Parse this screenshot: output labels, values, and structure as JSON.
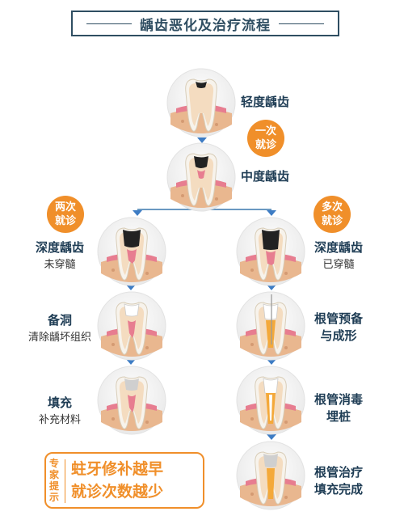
{
  "title": "龋齿恶化及治疗流程",
  "stages": {
    "mild": "轻度龋齿",
    "moderate": "中度龋齿",
    "deep_left": "深度龋齿",
    "deep_left_sub": "未穿髓",
    "deep_right": "深度龋齿",
    "deep_right_sub": "已穿髓",
    "prep": "备洞",
    "prep_sub": "清除龋坏组织",
    "fill": "填充",
    "fill_sub": "补充材料",
    "root_prep_1": "根管预备",
    "root_prep_2": "与成形",
    "root_dis_1": "根管消毒",
    "root_dis_2": "埋桩",
    "root_treat_1": "根管治疗",
    "root_treat_2": "填充完成"
  },
  "visits": {
    "one": "一次\n就诊",
    "two": "两次\n就诊",
    "many": "多次\n就诊"
  },
  "tip": {
    "side": "专家提示",
    "line1": "蛀牙修补越早",
    "line2": "就诊次数越少"
  },
  "colors": {
    "accent": "#f08f2a",
    "title": "#2f4e62",
    "arrow": "#3d7cc4"
  }
}
